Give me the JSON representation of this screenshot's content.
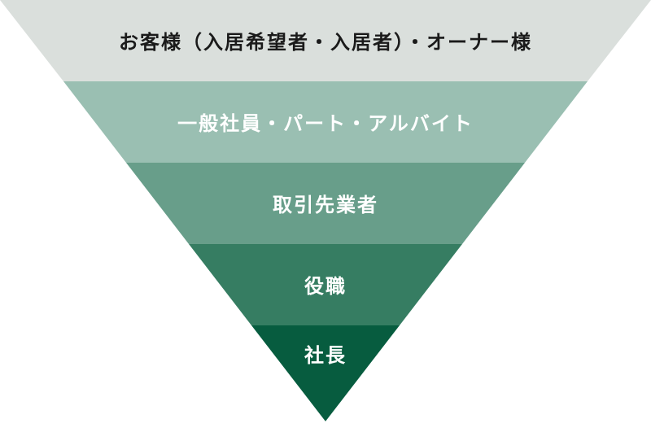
{
  "diagram": {
    "type": "inverted-pyramid",
    "layers": [
      {
        "label": "お客様（入居希望者・入居者）・オーナー様",
        "color": "#dadfdc",
        "text_color": "#1a1a1a"
      },
      {
        "label": "一般社員・パート・アルバイト",
        "color": "#9abfb2",
        "text_color": "#ffffff"
      },
      {
        "label": "取引先業者",
        "color": "#689e8a",
        "text_color": "#ffffff"
      },
      {
        "label": "役職",
        "color": "#367d62",
        "text_color": "#ffffff"
      },
      {
        "label": "社長",
        "color": "#075c3f",
        "text_color": "#ffffff"
      }
    ]
  }
}
